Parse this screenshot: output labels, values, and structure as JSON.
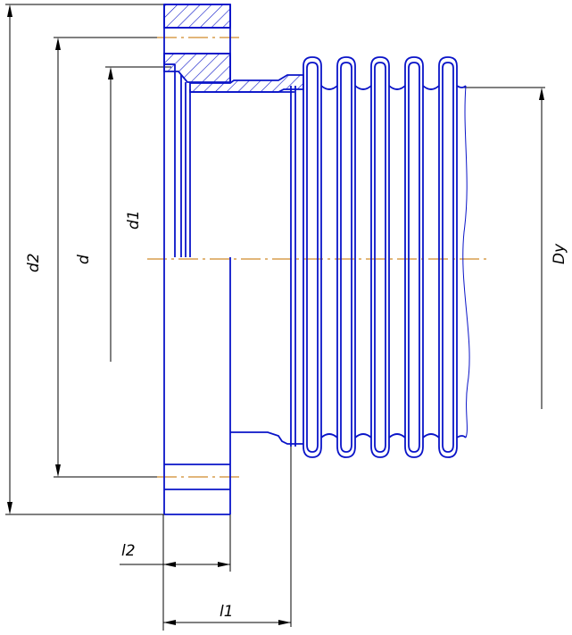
{
  "drawing": {
    "type": "bellows compensator with flange - technical drawing",
    "labels": {
      "d2": "d2",
      "d": "d",
      "d1": "d1",
      "dy": "Dy",
      "l1": "l1",
      "l2": "l2"
    },
    "colors": {
      "outline": "#0a14c8",
      "centerline": "#d08a2a",
      "dimension": "#000000",
      "background": "#ffffff"
    },
    "convolution_count": 5
  }
}
